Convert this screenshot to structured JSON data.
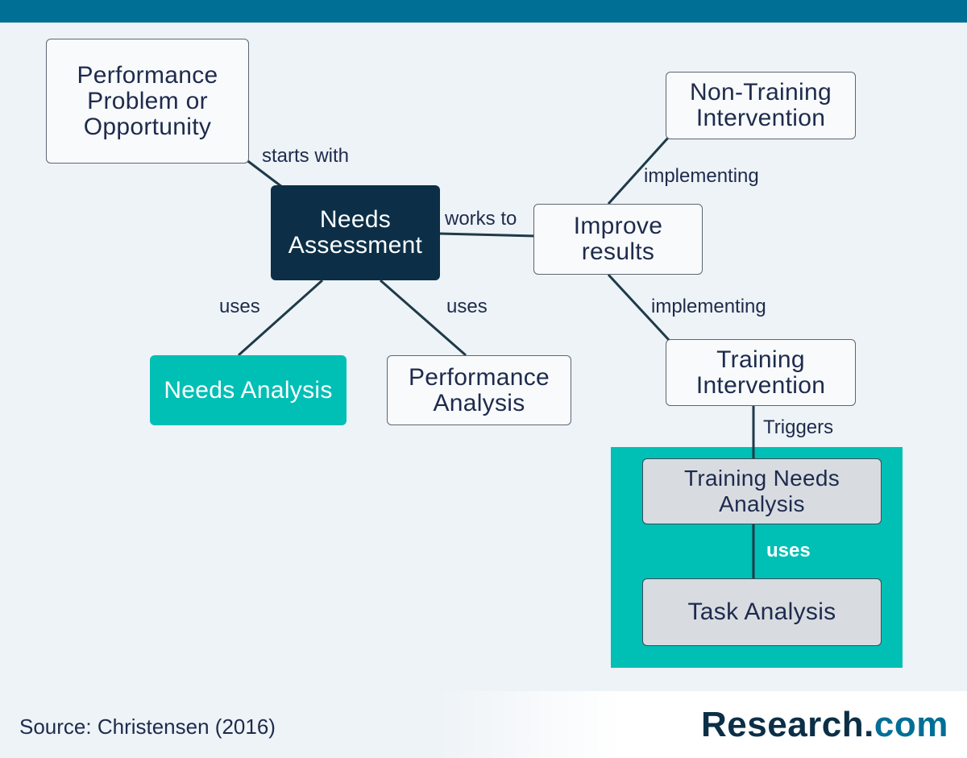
{
  "nodes": {
    "performance_problem": "Performance Problem or Opportunity",
    "needs_assessment": "Needs Assessment",
    "improve_results": "Improve results",
    "non_training": "Non-Training Intervention",
    "training_intervention": "Training Intervention",
    "needs_analysis": "Needs Analysis",
    "performance_analysis": "Performance Analysis",
    "training_needs_analysis": "Training Needs Analysis",
    "task_analysis": "Task Analysis"
  },
  "edges": {
    "starts_with": "starts with",
    "works_to": "works to",
    "implementing_top": "implementing",
    "implementing_bottom": "implementing",
    "uses_left": "uses",
    "uses_right": "uses",
    "triggers": "Triggers",
    "uses_inner": "uses"
  },
  "footer": {
    "source": "Source: Christensen (2016)",
    "logo_main": "Research",
    "logo_dot": ".",
    "logo_tld": "com"
  },
  "colors": {
    "top_bar": "#006f96",
    "dark_node": "#0c2f47",
    "teal": "#00bfb5",
    "text": "#1e2b4c"
  }
}
